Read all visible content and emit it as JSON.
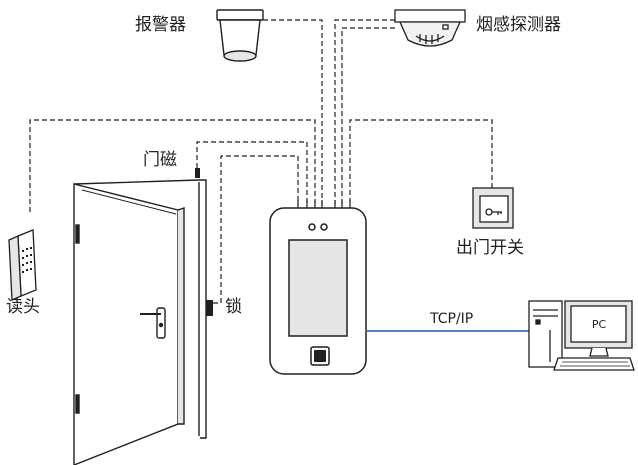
{
  "labels": {
    "alarm": "报警器",
    "smoke_detector": "烟感探测器",
    "door_sensor": "门磁",
    "reader": "读头",
    "lock": "锁",
    "exit_button": "出门开关",
    "network": "TCP/IP",
    "pc": "PC"
  },
  "colors": {
    "line": "#231f20",
    "network_line": "#3b6fc4",
    "gray_fill": "#e6e6e6",
    "dark_fill": "#231f20"
  }
}
